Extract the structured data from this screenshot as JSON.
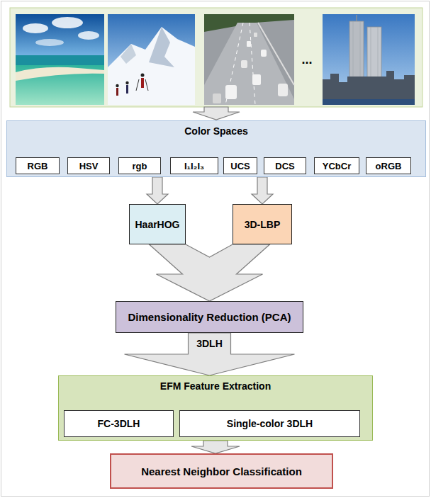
{
  "diagram": {
    "nodes": [
      {
        "text": [
          "Color Spaces"
        ]
      },
      {
        "text": [
          "RGB"
        ],
        "in": 0
      },
      {
        "text": [
          "HSV"
        ],
        "in": 0
      },
      {
        "text": [
          "rgb"
        ],
        "in": 0
      },
      {
        "text": [
          "I₁I₂I₃"
        ],
        "in": 0
      },
      {
        "text": [
          "UCS"
        ],
        "in": 0
      },
      {
        "text": [
          "DCS"
        ],
        "in": 0
      },
      {
        "text": [
          "YCbCr"
        ],
        "in": 0
      },
      {
        "text": [
          "oRGB"
        ],
        "in": 0
      },
      {
        "text": [
          "HaarHOG"
        ]
      },
      {
        "text": [
          "3D-LBP"
        ]
      },
      {
        "text": [
          "Dimensionality Reduction (PCA)"
        ]
      },
      {
        "text": [
          "EFM Feature Extraction"
        ]
      },
      {
        "text": [
          "FC-3DLH"
        ],
        "in": 12
      },
      {
        "text": [
          "Single-color 3DLH"
        ],
        "in": 12
      },
      {
        "text": [
          "Nearest Neighbor Classification"
        ]
      }
    ],
    "edges": [
      {
        "from": 0,
        "to": 9,
        "arrow": "to"
      },
      {
        "from": 0,
        "to": 10,
        "arrow": "to"
      },
      {
        "from": 9,
        "to": 11,
        "arrow": "to"
      },
      {
        "from": 10,
        "to": 11,
        "arrow": "to"
      },
      {
        "from": 11,
        "to": 12,
        "label": "3DLH",
        "arrow": "to"
      },
      {
        "from": 12,
        "to": 15,
        "arrow": "to"
      }
    ],
    "labels": [
      "..."
    ]
  }
}
